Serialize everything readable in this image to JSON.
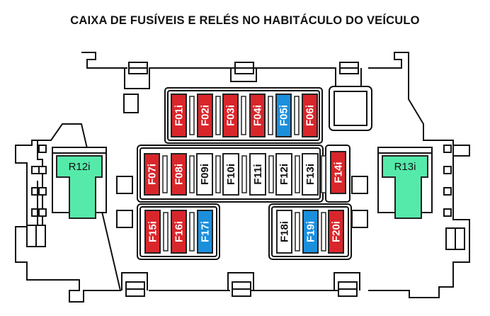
{
  "title": "CAIXA DE FUSÍVEIS E RELÉS NO HABITÁCULO DO VEÍCULO",
  "colors": {
    "red": "#d9262b",
    "blue": "#1b8fdc",
    "white": "#ffffff",
    "green": "#55eaaa"
  },
  "fuses": [
    {
      "label": "F01i",
      "color": "red"
    },
    {
      "label": "F02i",
      "color": "red"
    },
    {
      "label": "F03i",
      "color": "red"
    },
    {
      "label": "F04i",
      "color": "red"
    },
    {
      "label": "F05i",
      "color": "blue"
    },
    {
      "label": "F06i",
      "color": "red"
    },
    {
      "label": "F07i",
      "color": "red"
    },
    {
      "label": "F08i",
      "color": "red"
    },
    {
      "label": "F09i",
      "color": "white"
    },
    {
      "label": "F10i",
      "color": "white"
    },
    {
      "label": "F11i",
      "color": "white"
    },
    {
      "label": "F12i",
      "color": "white"
    },
    {
      "label": "F13i",
      "color": "white"
    },
    {
      "label": "F14i",
      "color": "red"
    },
    {
      "label": "F15i",
      "color": "red"
    },
    {
      "label": "F16i",
      "color": "red"
    },
    {
      "label": "F17i",
      "color": "blue"
    },
    {
      "label": "F18i",
      "color": "white"
    },
    {
      "label": "F19i",
      "color": "blue"
    },
    {
      "label": "F20i",
      "color": "red"
    }
  ],
  "relays": [
    {
      "label": "R12i"
    },
    {
      "label": "R13i"
    }
  ]
}
